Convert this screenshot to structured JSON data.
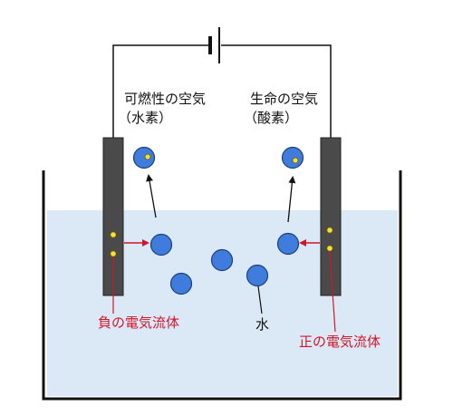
{
  "labels": {
    "hydrogen_title": "可燃性の空気",
    "hydrogen_sub": "（水素）",
    "oxygen_title": "生命の空気",
    "oxygen_sub": "（酸素）",
    "negative_current": "負の電気流体",
    "positive_current": "正の電気流体",
    "water": "水"
  },
  "colors": {
    "water": "#dbe9f6",
    "electrode": "#4a4a4a",
    "molecule": "#3f7cdc",
    "particle": "#f3e03a",
    "arrow_red": "#d0162a",
    "line": "#111111"
  }
}
